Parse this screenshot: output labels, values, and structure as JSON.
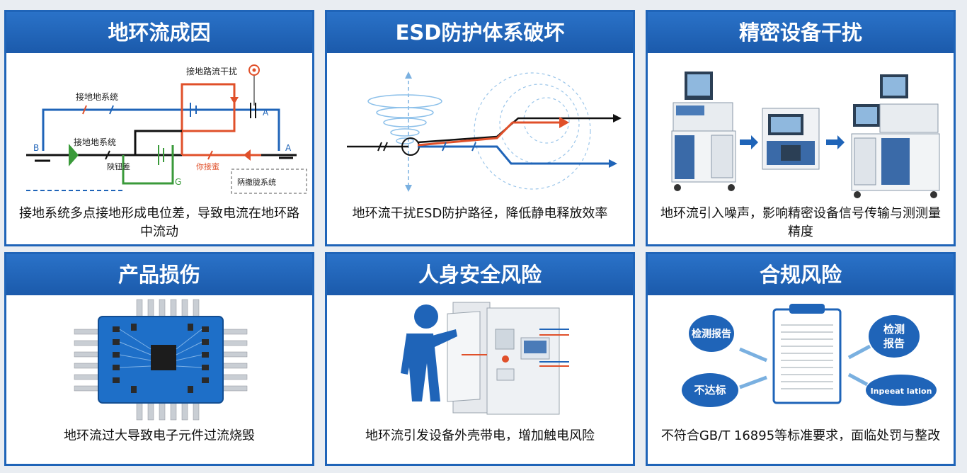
{
  "panels": [
    {
      "title": "地环流成因",
      "caption": "接地系统多点接地形成电位差，导致电流在地环路中流动",
      "labels": {
        "interference": "接地路流干扰",
        "system1": "接地地系统",
        "system2": "接地地系统",
        "a1": "A",
        "a2": "A",
        "b": "B",
        "g": "G",
        "tag1": "陕钮差",
        "tag2": "你接蜜",
        "legend": "陃撤胧系统"
      }
    },
    {
      "title": "ESD防护体系破坏",
      "caption": "地环流干扰ESD防护路径，降低静电释放效率"
    },
    {
      "title": "精密设备干扰",
      "caption": "地环流引入噪声，影响精密设备信号传输与测测量精度"
    },
    {
      "title": "产品损伤",
      "caption": "地环流过大导致电子元件过流烧毁"
    },
    {
      "title": "人身安全风险",
      "caption": "地环流引发设备外壳带电，增加触电风险"
    },
    {
      "title": "合规风险",
      "caption": "不符合GB/T 16895等标准要求，面临处罚与整改",
      "labels": {
        "bubble1": "检测报告",
        "bubble2": "不达标",
        "bubble3a": "检测",
        "bubble3b": "报告",
        "bubble4": "Inpeeat lation"
      }
    }
  ],
  "colors": {
    "accent": "#1f64b8",
    "red": "#e0502a",
    "green": "#3a9a3a"
  }
}
